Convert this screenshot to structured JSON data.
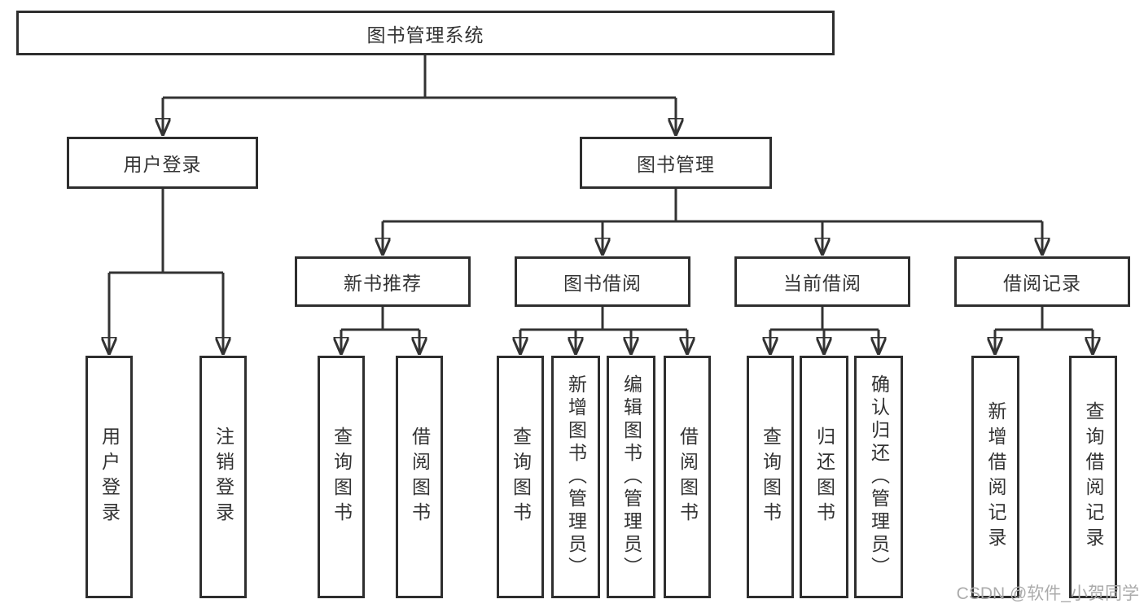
{
  "colors": {
    "line": "#333333",
    "box_border": "#2e2e2e",
    "text": "#333333",
    "watermark_text": "#ababab",
    "background": "#ffffff"
  },
  "tree": {
    "root": {
      "label": "图书管理系统"
    },
    "level2": [
      {
        "label": "用户登录"
      },
      {
        "label": "图书管理"
      }
    ],
    "level3": [
      {
        "label": "新书推荐"
      },
      {
        "label": "图书借阅"
      },
      {
        "label": "当前借阅"
      },
      {
        "label": "借阅记录"
      }
    ],
    "leaves": {
      "user_login": [
        {
          "label": "用户登录"
        },
        {
          "label": "注销登录"
        }
      ],
      "new_book": [
        {
          "label": "查询图书"
        },
        {
          "label": "借阅图书"
        }
      ],
      "book_borrow": [
        {
          "label": "查询图书"
        },
        {
          "label": "新增图书（管理员）"
        },
        {
          "label": "编辑图书（管理员）"
        },
        {
          "label": "借阅图书"
        }
      ],
      "current_borrow": [
        {
          "label": "查询图书"
        },
        {
          "label": "归还图书"
        },
        {
          "label": "确认归还（管理员）"
        }
      ],
      "records": [
        {
          "label": "新增借阅记录"
        },
        {
          "label": "查询借阅记录"
        }
      ]
    }
  },
  "watermark": {
    "text": "CSDN @软件_小贺同学"
  }
}
